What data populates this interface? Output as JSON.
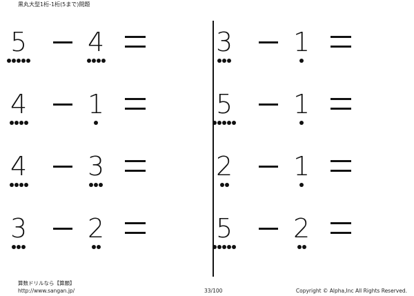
{
  "title": "黒丸大型1桁-1桁(5まで)問題",
  "problems": [
    {
      "a": "5",
      "a_dots": 5,
      "b": "4",
      "b_dots": 4
    },
    {
      "a": "4",
      "a_dots": 4,
      "b": "1",
      "b_dots": 1
    },
    {
      "a": "4",
      "a_dots": 4,
      "b": "3",
      "b_dots": 3
    },
    {
      "a": "3",
      "a_dots": 3,
      "b": "2",
      "b_dots": 2
    },
    {
      "a": "3",
      "a_dots": 3,
      "b": "1",
      "b_dots": 1
    },
    {
      "a": "5",
      "a_dots": 5,
      "b": "1",
      "b_dots": 1
    },
    {
      "a": "2",
      "a_dots": 2,
      "b": "1",
      "b_dots": 1
    },
    {
      "a": "5",
      "a_dots": 5,
      "b": "2",
      "b_dots": 2
    }
  ],
  "footer": {
    "site_name": "算数ドリルなら【算願】",
    "url": "http://www.sangan.jp/",
    "page": "33/100",
    "copyright": "Copyright © Alpha,Inc All Rights Reserved."
  }
}
